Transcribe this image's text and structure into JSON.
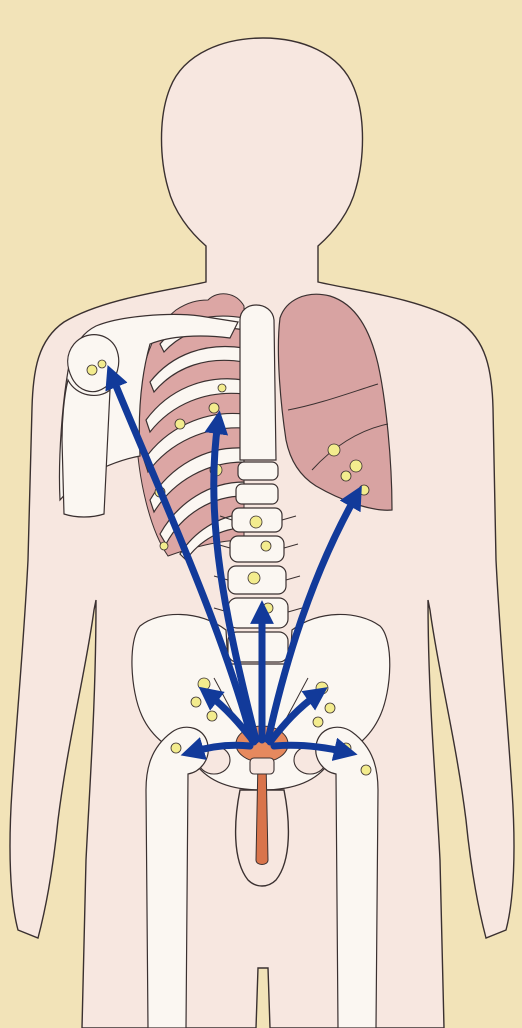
{
  "colors": {
    "background": "#f2e3b8",
    "body_fill": "#f7e7e0",
    "outline": "#3a3030",
    "bone_fill": "#fbf7f2",
    "lung_fill": "#d8a3a2",
    "lung_shadow": "#c88c8c",
    "intercostal_fill": "#dca6a4",
    "metastasis_fill": "#f3ec8e",
    "prostate_fill": "#e6895e",
    "urethra_fill": "#d9744b",
    "arrow_fill": "#123a9a"
  },
  "metastases": {
    "origin": "prostate",
    "arrow_targets": [
      "right-shoulder",
      "ribs",
      "left-lung",
      "lumbar-spine",
      "right-pelvis",
      "left-pelvis",
      "right-hip",
      "left-hip"
    ]
  }
}
